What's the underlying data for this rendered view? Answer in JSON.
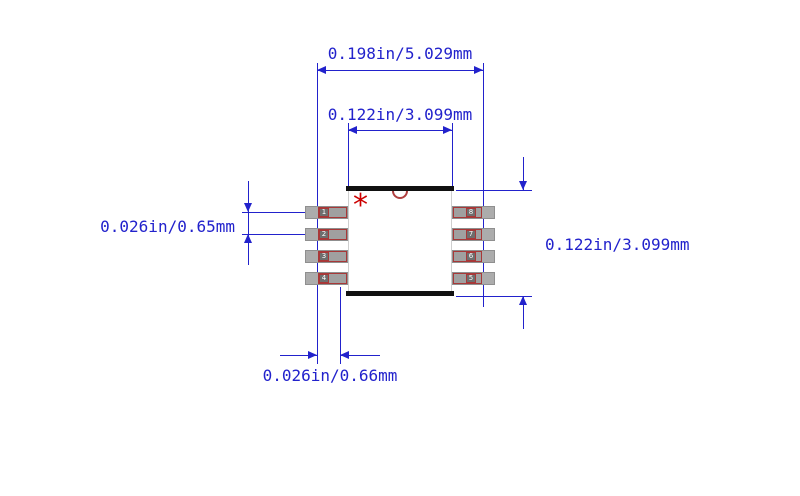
{
  "figure": {
    "type": "ic-package-footprint-drawing",
    "package": "8-pin dual-row (SOIC/MSOP style)"
  },
  "dimensions": {
    "overall_width": "0.198in/5.029mm",
    "body_width": "0.122in/3.099mm",
    "pin_pitch": "0.026in/0.65mm",
    "body_height": "0.122in/3.099mm",
    "pad_width": "0.026in/0.66mm"
  },
  "pins": {
    "left": [
      "1",
      "2",
      "3",
      "4"
    ],
    "right": [
      "8",
      "7",
      "6",
      "5"
    ]
  },
  "markers": {
    "pin1": "*"
  },
  "colors": {
    "dimension_blue": "#2222cc",
    "marker_red": "#cc0000",
    "pad_gray": "#acacac",
    "lead_border_red": "#a83838",
    "body_bar_black": "#111111"
  }
}
